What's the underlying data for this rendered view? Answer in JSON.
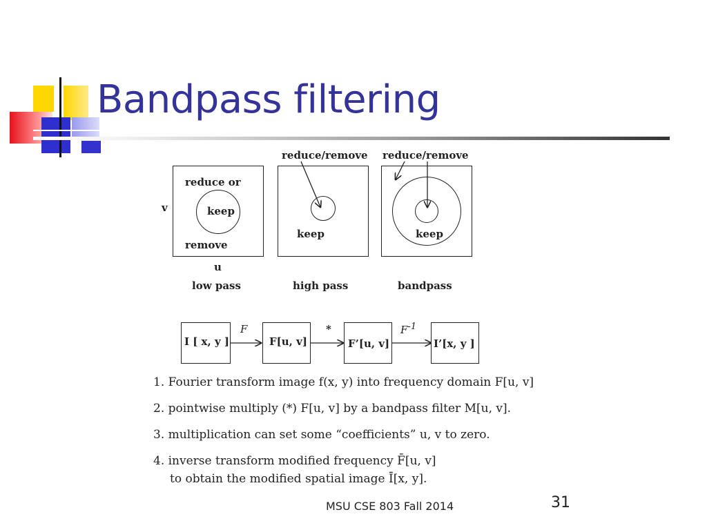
{
  "slide": {
    "title": "Bandpass filtering",
    "footer": "MSU CSE 803 Fall 2014",
    "page_number": "31"
  },
  "filter_diagram": {
    "top_labels": [
      "reduce/remove",
      "reduce/remove"
    ],
    "low_pass": {
      "outer_text_1": "reduce  or",
      "inner_text": "keep",
      "outer_text_2": "remove",
      "axis_v": "v",
      "axis_u": "u",
      "caption": "low  pass"
    },
    "high_pass": {
      "inner_text": "keep",
      "caption": "high  pass"
    },
    "bandpass": {
      "inner_text": "keep",
      "caption": "bandpass"
    }
  },
  "pipeline": {
    "boxes": [
      "I [ x, y ]",
      "F[u, v]",
      "F’[u, v]",
      "I’[x, y ]"
    ],
    "arrow_labels": [
      "F",
      "*",
      "F"
    ],
    "superscript": "-1"
  },
  "steps": [
    "1. Fourier transform image f(x, y) into frequency domain F[u, v]",
    "2. pointwise multiply (*) F[u, v] by a bandpass filter M[u, v].",
    "3. multiplication can set some “coefficients” u, v to zero.",
    "4. inverse transform modified frequency F̄[u, v]",
    "to obtain the modified spatial image Ī[x, y]."
  ]
}
